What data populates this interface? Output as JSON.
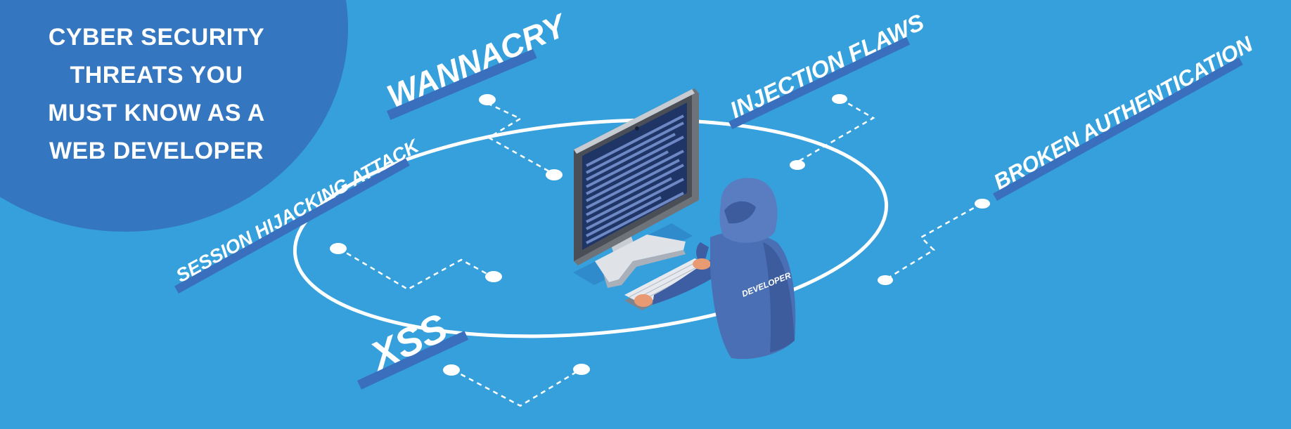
{
  "headline": {
    "lines": [
      "CYBER SECURITY",
      "THREATS YOU",
      "MUST KNOW AS A",
      "WEB DEVELOPER"
    ]
  },
  "threats": {
    "wannacry": "WANNACRY",
    "injection": "INJECTION FLAWS",
    "session": "SESSION HIJACKING ATTACK",
    "broken_auth": "BROKEN AUTHENTICATION",
    "xss": "XSS"
  },
  "figure": {
    "hoodie_text": "DEVELOPER"
  },
  "colors": {
    "background": "#35a0dc",
    "corner_circle": "#3576c1",
    "label_band": "#3a6fbe",
    "hoodie": "#4a6fb4",
    "white": "#ffffff"
  }
}
